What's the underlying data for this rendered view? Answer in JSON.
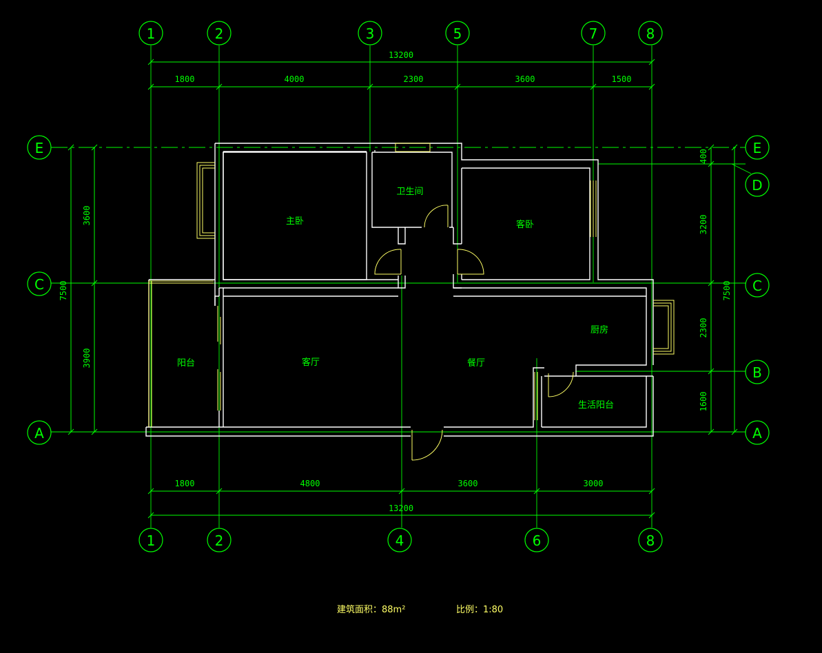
{
  "grid": {
    "top": [
      "1",
      "2",
      "3",
      "5",
      "7",
      "8"
    ],
    "bottom": [
      "1",
      "2",
      "4",
      "6",
      "8"
    ],
    "left": [
      "E",
      "C",
      "A"
    ],
    "right": [
      "E",
      "D",
      "C",
      "B",
      "A"
    ]
  },
  "dims": {
    "top_total": "13200",
    "top_segments": [
      "1800",
      "4000",
      "2300",
      "3600",
      "1500"
    ],
    "bottom_segments": [
      "1800",
      "4800",
      "3600",
      "3000"
    ],
    "bottom_total": "13200",
    "left_total": "7500",
    "left_segments": [
      "3600",
      "3900"
    ],
    "right_total": "7500",
    "right_segments": [
      "400",
      "3200",
      "2300",
      "1600"
    ]
  },
  "rooms": {
    "master_bedroom": "主卧",
    "bathroom": "卫生间",
    "guest_bedroom": "客卧",
    "balcony": "阳台",
    "living_room": "客厅",
    "dining_room": "餐厅",
    "kitchen": "厨房",
    "utility_balcony": "生活阳台"
  },
  "footer": {
    "area": "建筑面积：88m²",
    "scale": "比例：1:80"
  },
  "colors": {
    "background": "#000000",
    "annotation": "#00ff00",
    "walls": "#ffffff",
    "windows_doors": "#ffff66"
  }
}
